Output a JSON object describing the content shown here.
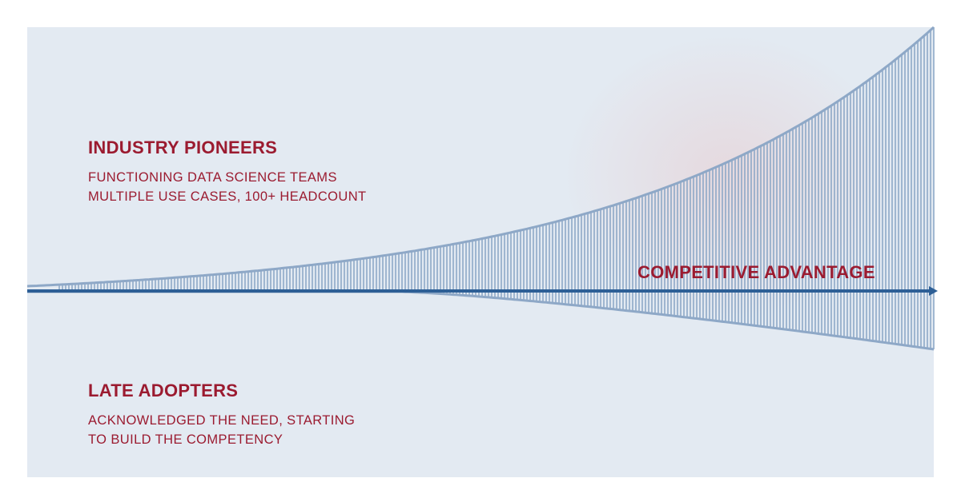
{
  "pioneers": {
    "title": "INDUSTRY PIONEERS",
    "lines": [
      "FUNCTIONING DATA SCIENCE TEAMS",
      "MULTIPLE USE CASES, 100+ HEADCOUNT"
    ]
  },
  "late": {
    "title": "LATE ADOPTERS",
    "lines": [
      "ACKNOWLEDGED THE NEED, STARTING",
      "TO BUILD THE COMPETENCY"
    ]
  },
  "axis_label": "COMPETITIVE ADVANTAGE",
  "colors": {
    "accent": "#9b1b30",
    "axis": "#2d5f96",
    "stripes": "#8ea8c7",
    "background": "#e3eaf2"
  }
}
